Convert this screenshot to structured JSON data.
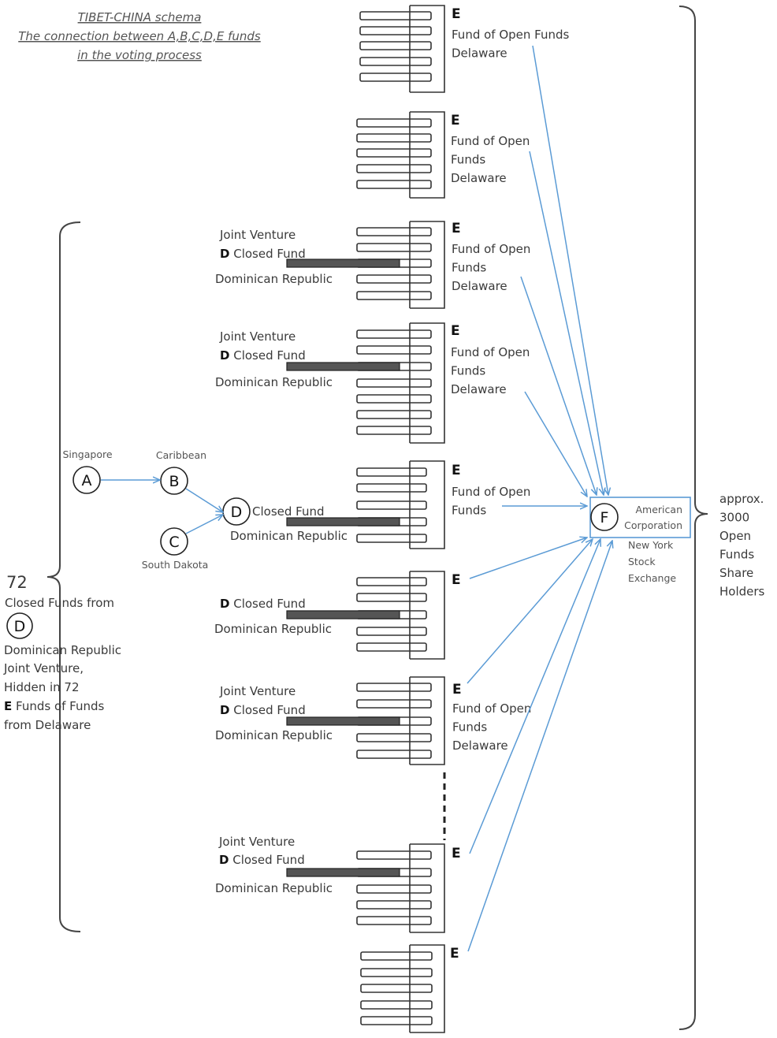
{
  "title": {
    "line1": "TIBET-CHINA schema",
    "line2": "The connection between A,B,C,D,E funds",
    "line3": "in the voting process"
  },
  "nodes": {
    "A": {
      "letter": "A",
      "location": "Singapore"
    },
    "B": {
      "letter": "B",
      "location": "Caribbean"
    },
    "C": {
      "letter": "C",
      "location": "South Dakota"
    },
    "D": {
      "letter": "D",
      "label": "Closed Fund",
      "location": "Dominican Republic"
    },
    "F": {
      "letter": "F",
      "line1": "American",
      "line2": "Corporation",
      "sub1": "New York",
      "sub2": "Stock",
      "sub3": "Exchange"
    }
  },
  "left_brace": {
    "count": "72",
    "line1": "Closed Funds from",
    "d_letter": "D",
    "line2": "Dominican Republic",
    "line3": "Joint Venture,",
    "line4": "Hidden in 72",
    "line5_bold": "E",
    "line5": " Funds of Funds",
    "line6": "from Delaware"
  },
  "right_brace": {
    "lines": [
      "approx.",
      "3000",
      "Open",
      "Funds",
      "Share",
      "Holders"
    ]
  },
  "d_label": {
    "jv": "Joint Venture",
    "d_bold": "D",
    "closed": " Closed Fund",
    "dr": "Dominican Republic"
  },
  "e_groups": [
    {
      "letter": "E",
      "lines": [
        "Fund of Open Funds",
        "Delaware"
      ]
    },
    {
      "letter": "E",
      "lines": [
        "Fund of Open",
        "Funds",
        "Delaware"
      ]
    },
    {
      "letter": "E",
      "lines": [
        "Fund of Open",
        "Funds",
        "Delaware"
      ]
    },
    {
      "letter": "E",
      "lines": [
        "Fund of Open",
        "Funds",
        "Delaware"
      ]
    },
    {
      "letter": "E",
      "lines": [
        "Fund of Open",
        "Funds"
      ]
    },
    {
      "letter": "E",
      "lines": []
    },
    {
      "letter": "E",
      "lines": [
        "Fund of Open",
        "Funds",
        "Delaware"
      ]
    },
    {
      "letter": "E",
      "lines": []
    },
    {
      "letter": "E",
      "lines": []
    }
  ],
  "colors": {
    "arrow": "#5b9bd5",
    "d_bar": "#555555",
    "outline": "#333333"
  }
}
